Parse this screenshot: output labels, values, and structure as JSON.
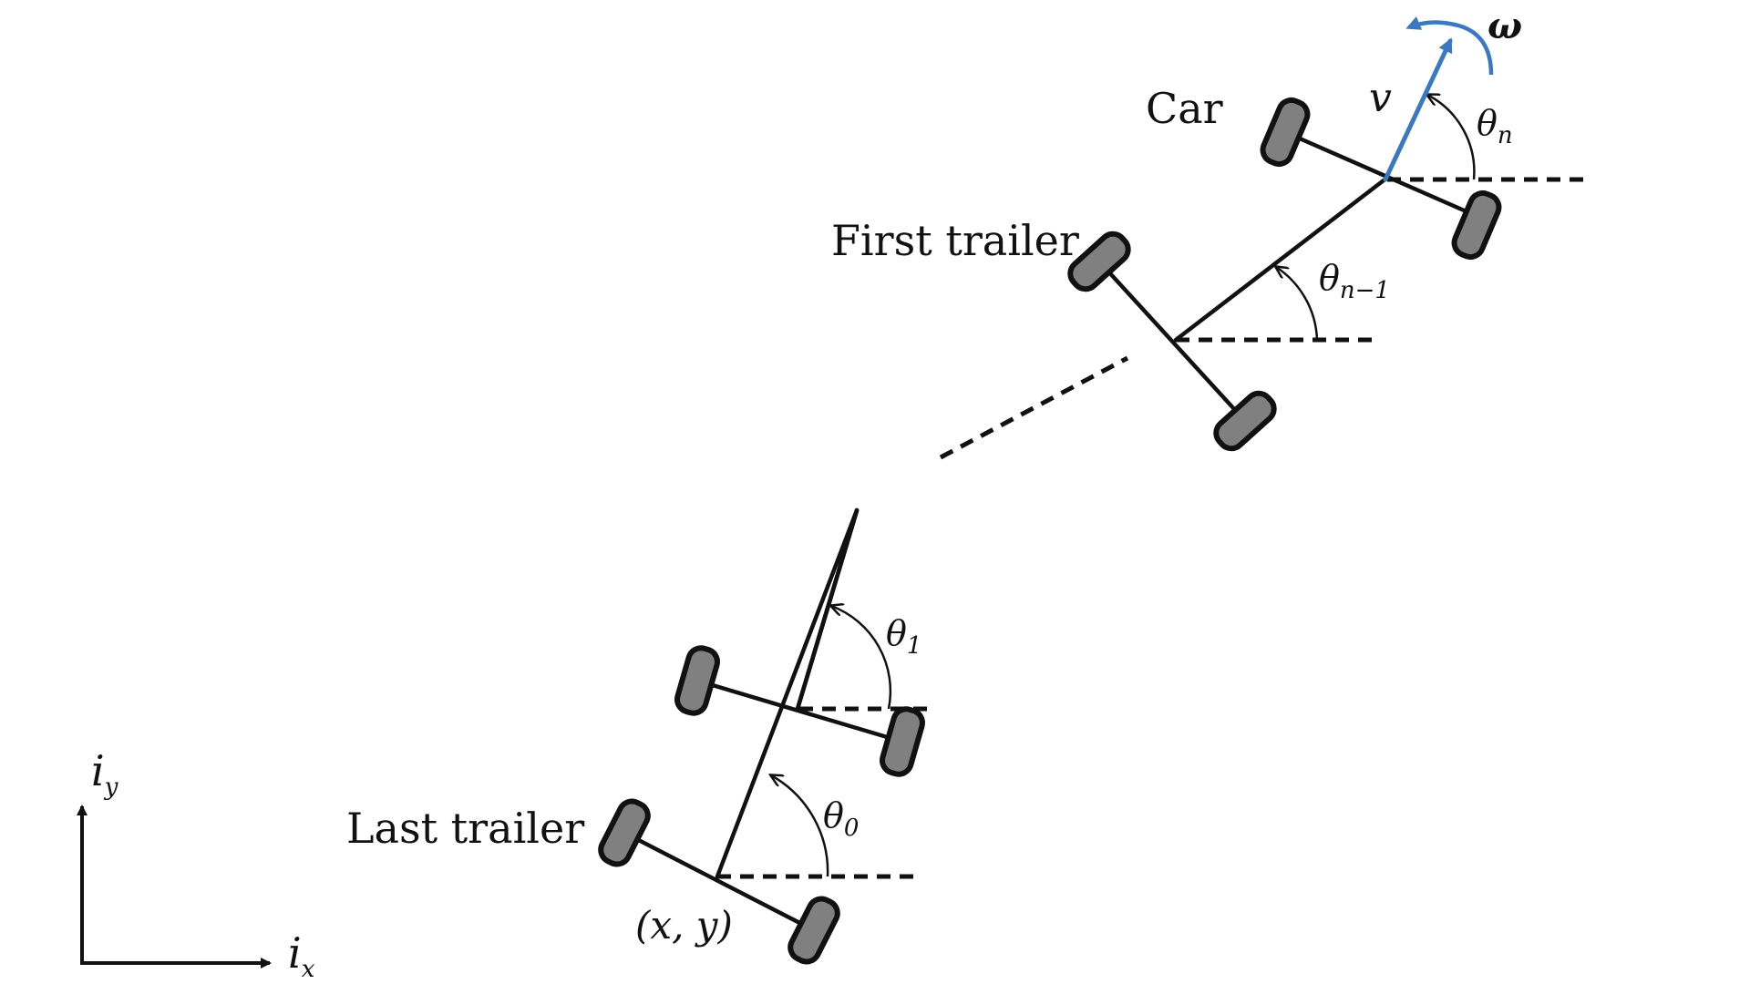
{
  "labels": {
    "car": "Car",
    "first_trailer": "First trailer",
    "last_trailer": "Last trailer",
    "position": "(x, y)"
  },
  "symbols": {
    "v": "v",
    "omega": "ω",
    "theta": "θ",
    "theta_n_sub": "n",
    "theta_n1_sub": "n−1",
    "theta_1_sub": "1",
    "theta_0_sub": "0",
    "ix_base": "i",
    "ix_sub": "x",
    "iy_base": "i",
    "iy_sub": "y"
  },
  "colors": {
    "velocity": "#3a78c0",
    "ink": "#111111",
    "wheel": "#808080"
  }
}
